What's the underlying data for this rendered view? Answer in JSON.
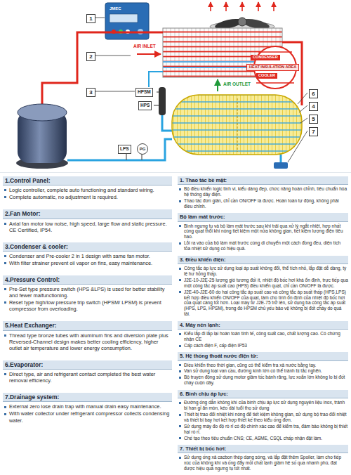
{
  "diagram": {
    "nodes": [
      {
        "text": [
          "1.Control Panel:",
          "Logic controller, complete auto functioning and standard wiring.",
          "Complete automatic, no adjustment is required."
        ]
      },
      {
        "text": [
          "2.Fan Motor:",
          "Axial fan motor low noise, high speed, large flow and static pressure. CE Certified, IP54."
        ]
      },
      {
        "text": [
          "3.Condenser & cooler:",
          "Condenser and Pre-cooler 2 in 1 design with same fan motor.",
          "With filter strainer prevent oil vapor on fins, easy maintenance."
        ]
      },
      {
        "text": [
          "4.Pressure Control:",
          "Pre-Set type pressure switch (HPS &LPS) is used for better stability and fewer malfunctioning.",
          "Reset type high/low pressure trip switch (HPSM/ LPSM) is prevent compressor from overloading."
        ]
      },
      {
        "text": [
          "5.Heat Exchanger:",
          "Thread type bronze tubes with aluminum fins and diversion plate plus Reversed-Channel design makes better cooling efficiency, higher outlet air temperature and lower energy consumption."
        ]
      },
      {
        "text": [
          "6.Evaporator:",
          "Direct type, air and refrigerant contact completed the best water removal efficiency."
        ]
      },
      {
        "text": [
          "7.Drainage system:",
          "External zero lose drain trap with manual drain easy maintenance.",
          "With water collector under refrigerant compressor collects condensing water."
        ]
      },
      {
        "text": [
          "1. Thao tác bề mặt:",
          "Bộ điều khiển logic tinh vi, kiểu dáng đẹp, chức năng hoàn chỉnh, tiêu chuẩn hóa hệ thống dây điện.",
          "Thao tác đơn giản, chỉ cần ON/OFF là được. Hoàn toàn tự động, không phải điều chỉnh."
        ]
      },
      {
        "text": [
          "Bộ làm mát trước:",
          "Bình ngưng tụ và bộ làm mát trước sau khi trải qua xử lý ngắt nhiệt, hợp nhất cùng quạt thổi khí nóng tiết kiệm một nửa không gian, tiết kiệm lượng điện tiêu hao.",
          "Lỗi ra vào của bộ làm mát trước cùng di chuyển một cách đồng đều, diện tích tỏa nhiệt sử dụng có hiệu quả."
        ]
      },
      {
        "text": [
          "3. Điều khiển điện:",
          "Công tắc áp lực sử dụng loại áp suất không đổi, thể tích nhỏ, lắp đặt dễ dàng, tỷ lệ hư hỏng thấp.",
          "J2E-10-J2E-25 lượng gió tương đối ít, nhiệt độ bốc hơi khá ổn định, trực tiếp qua một công tắc áp suất cao (HPS) điều khiển quạt, chỉ cần ON/OFF là được.",
          "J2E-40-J2E-60 do hai công tắc áp suất cao và công tắc áp suất thấp (HPS,LPS) kết hợp điều khiển ON/OFF của quạt, làm cho tính ổn định của nhiệt độ bốc hơi của quạt càng tốt hơn. Loại máy từ J2E-75 trở lên, sử dụng ba công tắc áp suất (HPS, LPS, HPSM), trong đó HPSM chủ yếu bảo vệ không bị đốt cháy do quá tải."
        ]
      },
      {
        "text": [
          "4. Máy nén lạnh:",
          "Kiểu lắp đi lắp lại hoàn toàn tinh tế, công suất cao, chất lượng cao. Có chứng nhận CE",
          "Cấp cách điện F, cấp điện IP53"
        ]
      },
      {
        "text": [
          "5. Hệ thống thoát nước điện tử:",
          "Điều khiển theo thời gian, cũng có thể kiểm tra xả nước bằng tay.",
          "Van sử dụng loại van cầu, đường kính lớn có thể tránh bị tắc nghẽn.",
          "Bộ truyền động sử dụng motor giảm tốc bánh răng, lực xoắn lớn không lo bị đốt cháy cuộn dây."
        ]
      },
      {
        "text": [
          "6. Bình chịu áp lực:",
          "Đường ống dẫn không khí của bình chịu áp lực sử dụng nguyên liệu inox, tránh bị han gỉ ăn mòn, kéo dài tuổi thọ sử dụng",
          "Thiết bị trao đổi nhiệt khi nóng để tiết kiệm không gian, sử dụng bộ trao đổi nhiệt và thiết bị bay hơi kết hợp thiết kế theo kiểu ống đơn.",
          "Sử dụng máy đo độ rò rỉ có độ chính xác cao để kiểm tra, đảm bảo không bị thiết hại rò rỉ.",
          "Chế tạo theo tiêu chuẩn CNS; CE, ASME, CSQL chấp nhận đặt làm."
        ]
      },
      {
        "text": [
          "7. Thiết bị bốc hơi:",
          "Sử dụng ống xả cacbon thép dạng sóng, và lắp đặt thêm Spoiler, làm cho tiếp xúc của không khí và ống đẩy mỏi chất lạnh giảm hệ số qua nhanh phù, đạt được hiệu quả ngưng tụ tốt nhất."
        ]
      }
    ],
    "labels": [
      "1",
      "2",
      "3",
      "6",
      "4",
      "5",
      "7",
      "HPSM",
      "HPS",
      "LPS",
      "PG",
      "AIR INLET",
      "AIR OUTLET",
      "CONDENSER",
      "HEAT INSULATION AREA",
      "COOLER",
      "JMEC"
    ]
  }
}
